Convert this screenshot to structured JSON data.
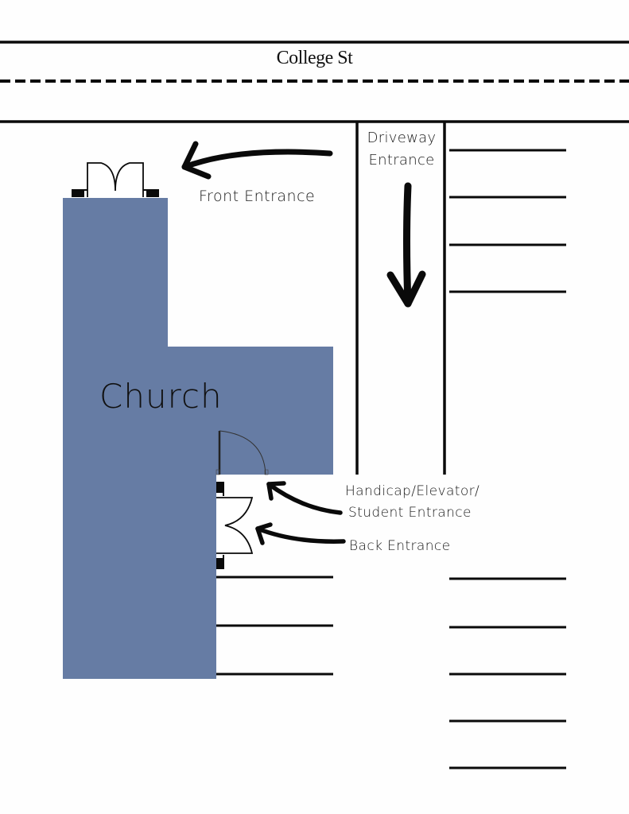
{
  "map": {
    "street_name": "College St",
    "building_label": "Church",
    "labels": {
      "front_entrance": "Front Entrance",
      "driveway_line1": "Driveway",
      "driveway_line2": "Entrance",
      "handicap_line1": "Handicap/Elevator/",
      "handicap_line2": "Student Entrance",
      "back_entrance": "Back Entrance"
    },
    "colors": {
      "building": "#667ca4",
      "lines": "#0a0a0a",
      "background": "#fefefe"
    },
    "icons": [
      "arrow-icon",
      "double-door-icon",
      "single-door-icon"
    ]
  }
}
